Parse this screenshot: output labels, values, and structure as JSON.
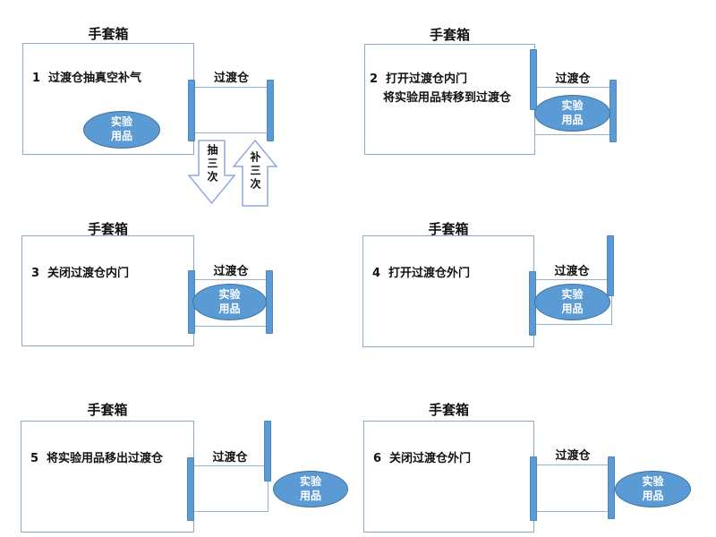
{
  "labels": {
    "glovebox": "手套箱",
    "chamber": "过渡仓",
    "sample_line1": "实验",
    "sample_line2": "用品",
    "pump_arrow": "抽三次",
    "refill_arrow": "补三次"
  },
  "steps": [
    {
      "num": "1",
      "line1": "过渡仓抽真空补气",
      "line2": ""
    },
    {
      "num": "2",
      "line1": "打开过渡仓内门",
      "line2": "将实验用品转移到过渡仓"
    },
    {
      "num": "3",
      "line1": "关闭过渡仓内门",
      "line2": ""
    },
    {
      "num": "4",
      "line1": "打开过渡仓外门",
      "line2": ""
    },
    {
      "num": "5",
      "line1": "将实验用品移出过渡仓",
      "line2": ""
    },
    {
      "num": "6",
      "line1": "关闭过渡仓外门",
      "line2": ""
    }
  ],
  "colors": {
    "door_blue": "#5B9BD5",
    "door_edge": "#4A87BE",
    "ellipse_fill": "#5B9BD5",
    "ellipse_stroke": "#41719C",
    "box_border": "#8EA9C4",
    "chamber_line": "#95B3D7",
    "arrow_stroke": "#8FAADC"
  }
}
